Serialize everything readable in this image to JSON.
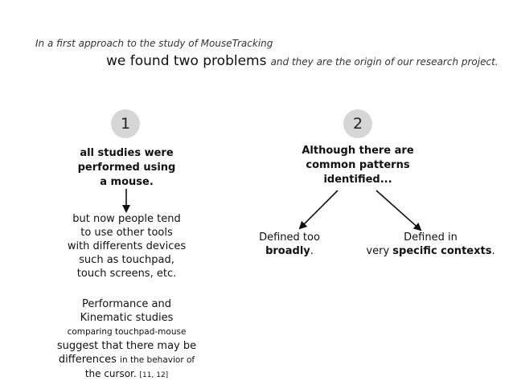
{
  "intro": {
    "line1": "In a first approach to the study of MouseTracking",
    "line2_emph": "we found two problems",
    "line2_rest": "and they are the origin of our research project."
  },
  "left": {
    "number": "1",
    "problem": [
      "all studies were",
      "performed using",
      "a mouse."
    ],
    "followup": [
      "but now people tend",
      "to use other tools",
      "with differents devices",
      "such as touchpad,",
      "touch screens, etc."
    ],
    "studies": {
      "l1": "Performance and",
      "l2": "Kinematic studies",
      "l3": "comparing touchpad-mouse",
      "l4": "suggest that there may be",
      "l5_main": "differences",
      "l5_rest": "in the behavior of",
      "l6_main": "the cursor.",
      "l6_ref": "[11, 12]"
    }
  },
  "right": {
    "number": "2",
    "problem": [
      "Although there are",
      "common patterns",
      "identified..."
    ],
    "branch_a": {
      "l1": "Defined too",
      "l2_bold": "broadly",
      "l2_end": "."
    },
    "branch_b": {
      "l1": "Defined in",
      "l2_pre": "very",
      "l2_bold": "specific contexts",
      "l2_end": "."
    }
  }
}
